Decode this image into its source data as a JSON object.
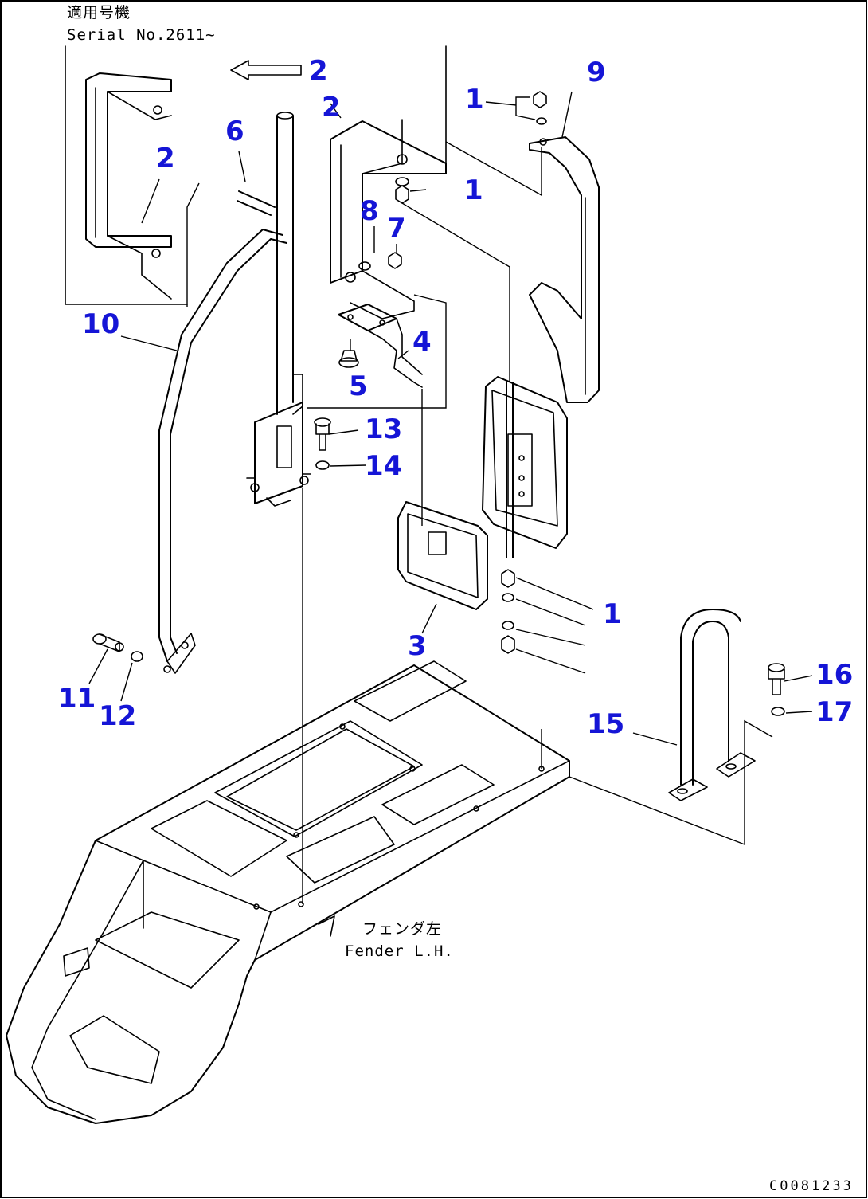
{
  "drawing": {
    "applicable_serial_jp": "適用号機",
    "applicable_serial_en": "Serial No.2611~",
    "fender_jp": "フェンダ左",
    "fender_en": "Fender L.H.",
    "drawing_code": "C0081233"
  },
  "callouts": [
    {
      "id": "c-1a",
      "label": "1"
    },
    {
      "id": "c-1b",
      "label": "1"
    },
    {
      "id": "c-1c",
      "label": "1"
    },
    {
      "id": "c-2a",
      "label": "2"
    },
    {
      "id": "c-2b",
      "label": "2"
    },
    {
      "id": "c-2c",
      "label": "2"
    },
    {
      "id": "c-3",
      "label": "3"
    },
    {
      "id": "c-4",
      "label": "4"
    },
    {
      "id": "c-5",
      "label": "5"
    },
    {
      "id": "c-6",
      "label": "6"
    },
    {
      "id": "c-7",
      "label": "7"
    },
    {
      "id": "c-8",
      "label": "8"
    },
    {
      "id": "c-9",
      "label": "9"
    },
    {
      "id": "c-10",
      "label": "10"
    },
    {
      "id": "c-11",
      "label": "11"
    },
    {
      "id": "c-12",
      "label": "12"
    },
    {
      "id": "c-13",
      "label": "13"
    },
    {
      "id": "c-14",
      "label": "14"
    },
    {
      "id": "c-15",
      "label": "15"
    },
    {
      "id": "c-16",
      "label": "16"
    },
    {
      "id": "c-17",
      "label": "17"
    }
  ],
  "colors": {
    "callout": "#1515d6",
    "line": "#000000",
    "background": "#ffffff"
  }
}
